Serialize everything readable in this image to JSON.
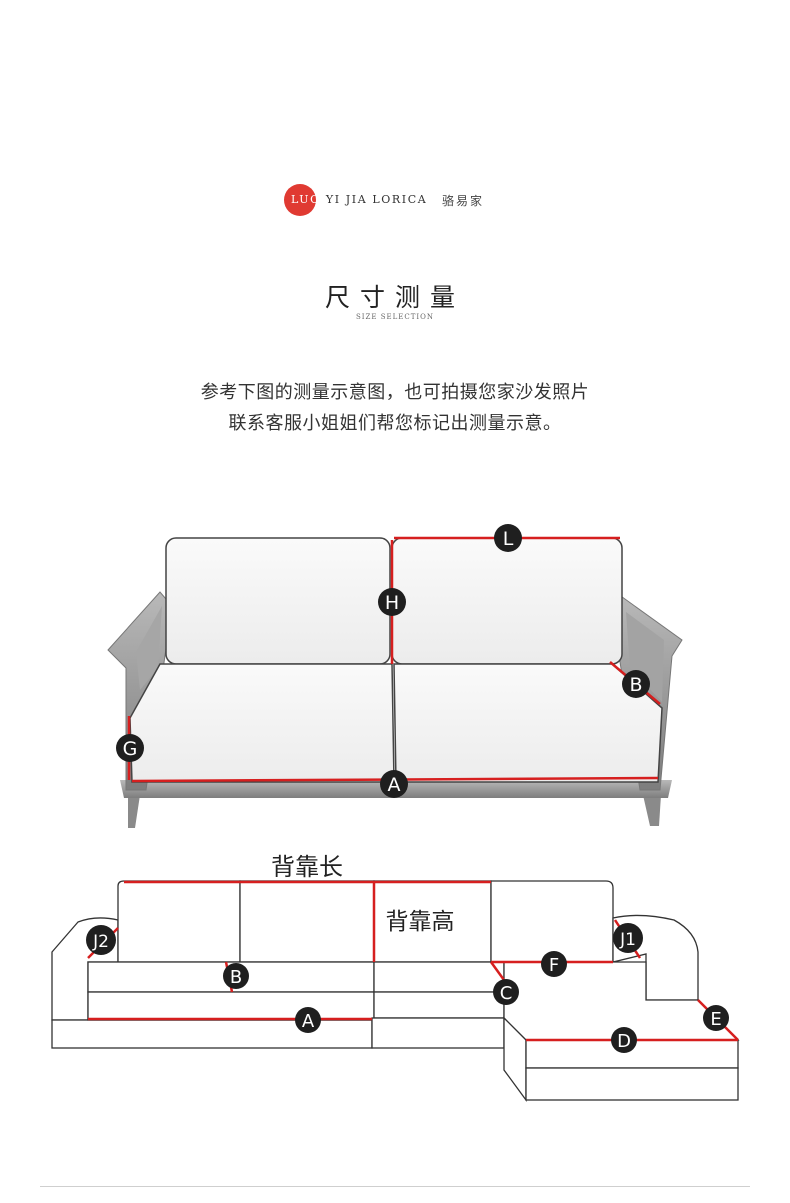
{
  "brand": {
    "name_en_prefix": "LUO",
    "name_en_rest": " YI JIA LORICA",
    "name_cn": "骆易家",
    "accent": "#e03a32"
  },
  "header": {
    "title": "尺寸测量",
    "subtitle": "SIZE SELECTION"
  },
  "description": {
    "line1": "参考下图的测量示意图，也可拍摄您家沙发照片",
    "line2": "联系客服小姐姐们帮您标记出测量示意。"
  },
  "diagram": {
    "measure_color": "#d61f1f",
    "badge_color": "#1f1f1f",
    "top_markers": [
      "L",
      "H",
      "B",
      "G",
      "A"
    ],
    "bottom_labels": {
      "back_length": "背靠长",
      "back_height": "背靠高"
    },
    "bottom_markers": [
      "J2",
      "B",
      "A",
      "F",
      "C",
      "J1",
      "E",
      "D"
    ]
  }
}
